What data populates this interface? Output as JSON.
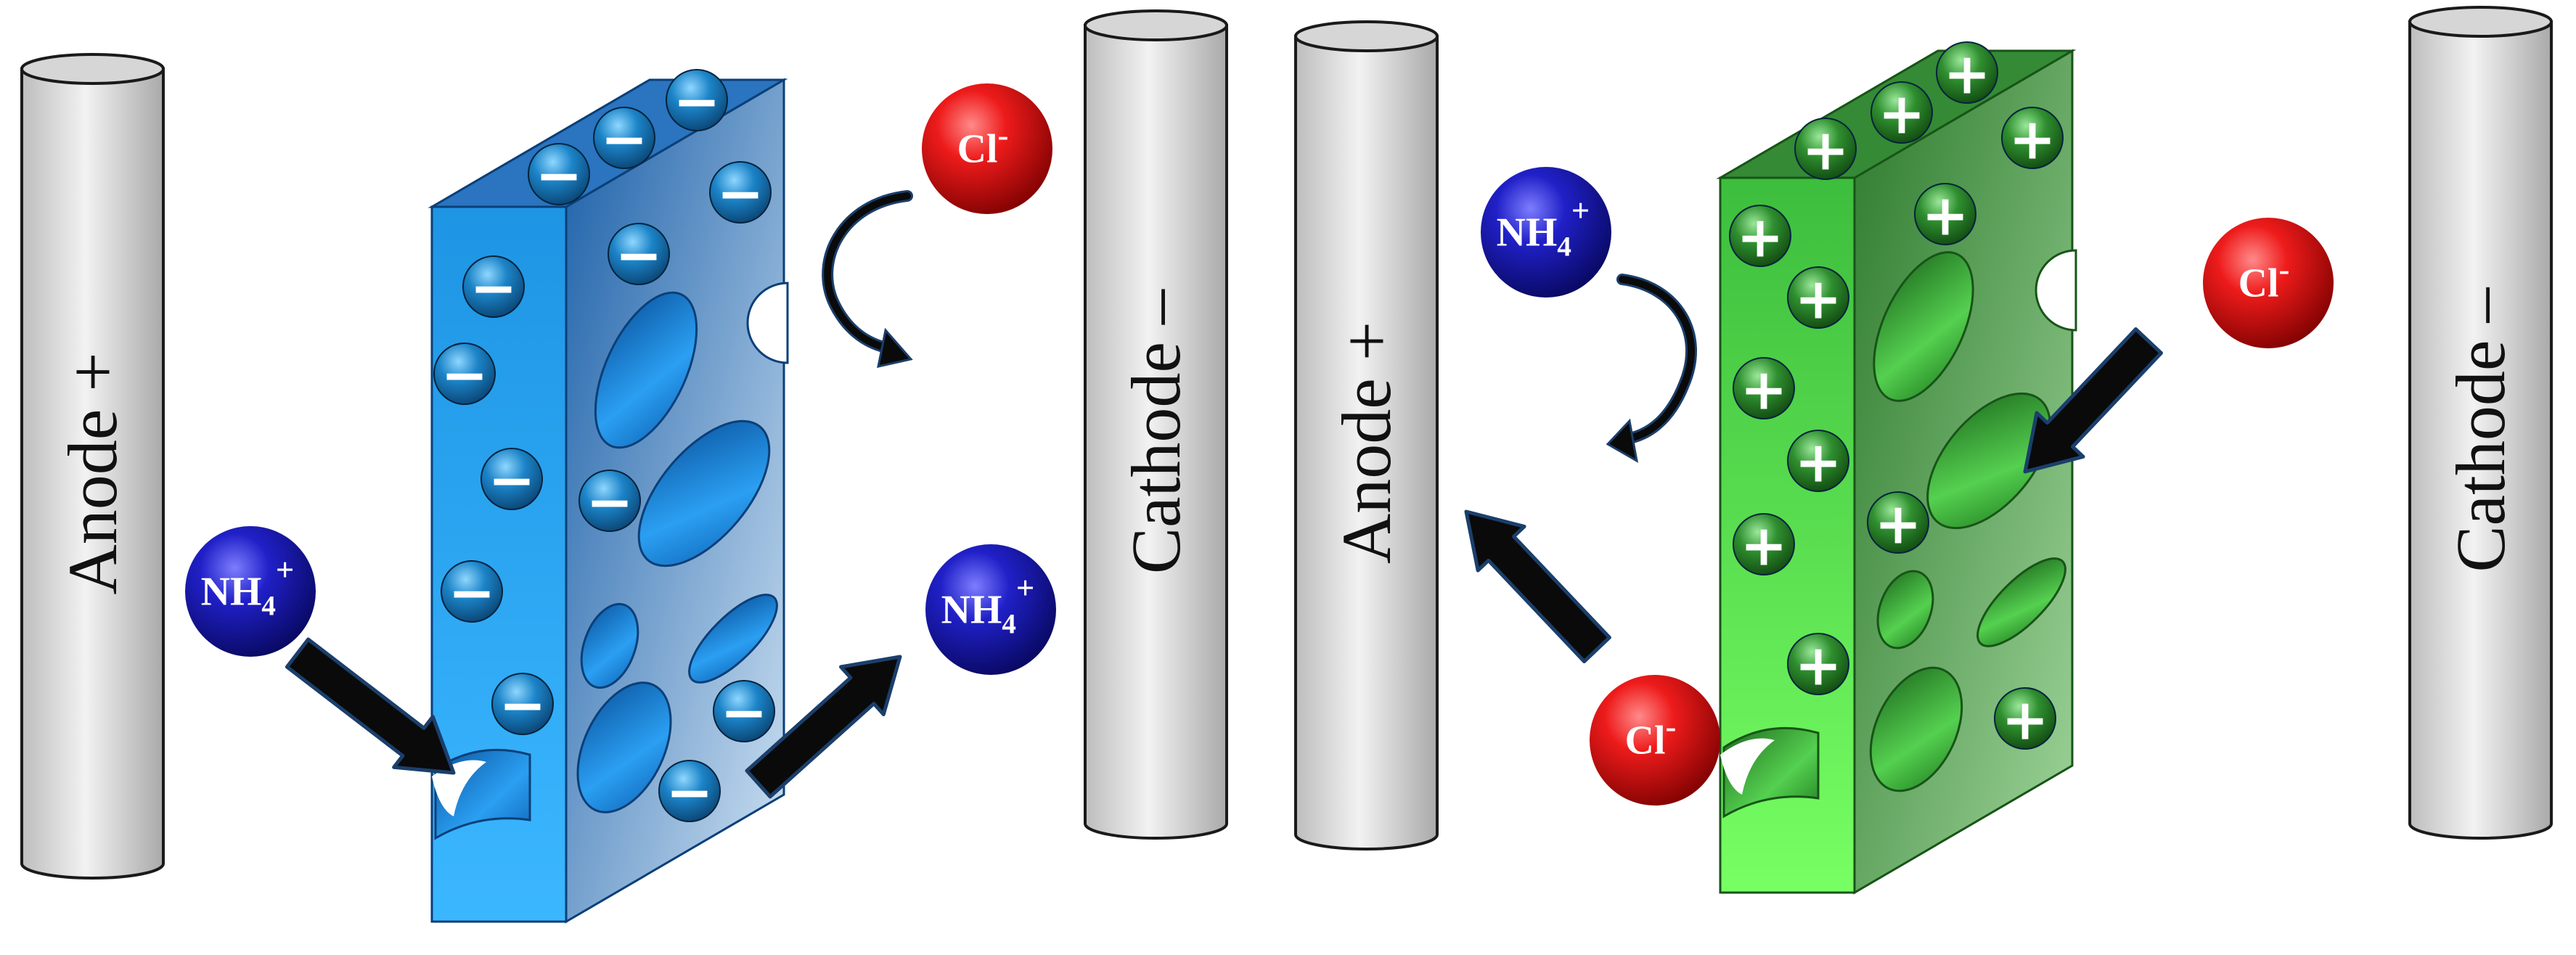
{
  "colors": {
    "cation_membrane": "#2aa8f0",
    "anion_membrane": "#5ee85a",
    "cl_ion": "#e01414",
    "nh4_ion": "#1a1ab8",
    "arrow": "#0a0a0a",
    "electrode": "#d4d4d4"
  },
  "electrodes": [
    {
      "label": "Anode +"
    },
    {
      "label": "Cathode –"
    },
    {
      "label": "Anode +"
    },
    {
      "label": "Cathode –"
    }
  ],
  "ions": {
    "cl": {
      "base": "Cl",
      "sup": "-"
    },
    "nh4": {
      "base": "NH",
      "sub": "4",
      "sup": "+"
    }
  },
  "membranes": {
    "cation_exchange": {
      "fixed_charge": "−"
    },
    "anion_exchange": {
      "fixed_charge": "+"
    }
  }
}
